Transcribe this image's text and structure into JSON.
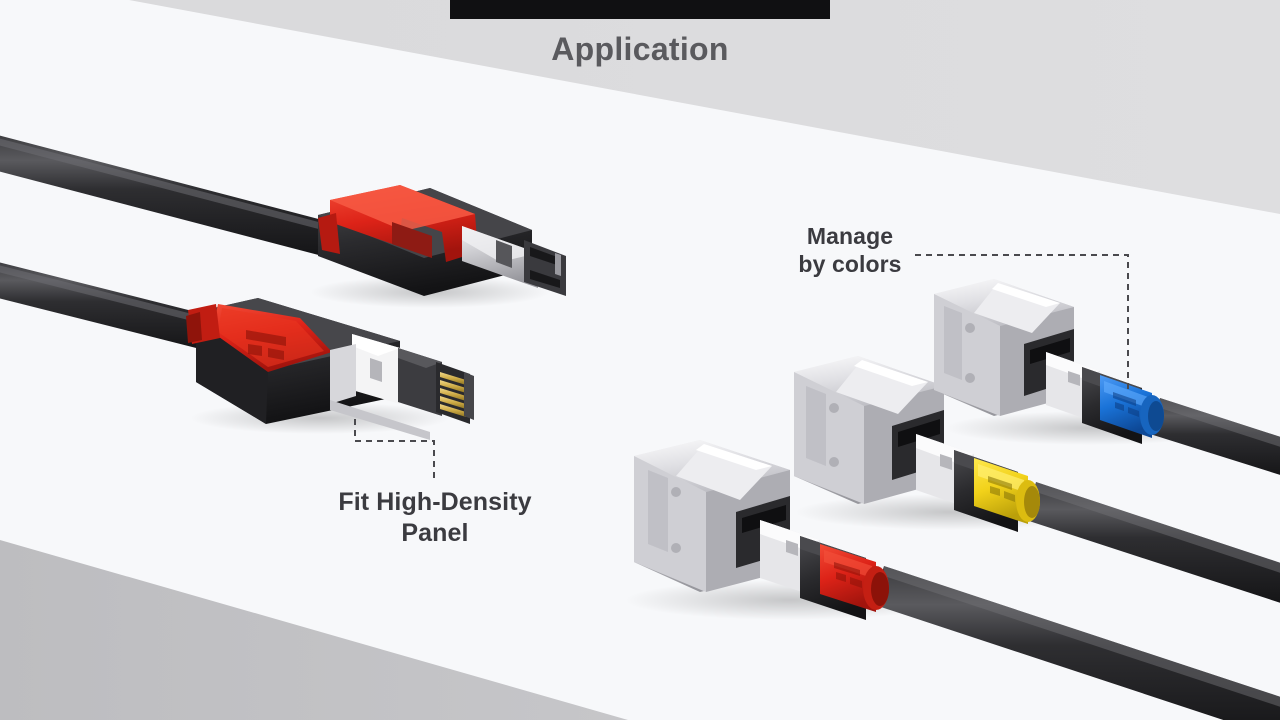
{
  "slide": {
    "title": "Application",
    "background": {
      "base_color": "#f7f8fa",
      "top_band_color": "#dcdcdd",
      "bottom_band_color": "#bfbfc1",
      "top_bar_color": "#101012"
    }
  },
  "callouts": [
    {
      "id": "fit-high-density-panel",
      "text": "Fit High-Density\nPanel",
      "color": "#3b3b40",
      "leader": "dashed-elbow-up-left"
    },
    {
      "id": "manage-by-colors",
      "text": "Manage\nby colors",
      "color": "#3b3b40",
      "leader": "dashed-elbow-right-down"
    }
  ],
  "products": {
    "plugs": [
      {
        "id": "plug-top-red",
        "boot_color": "#e02b1f",
        "body_color": "#2a2a2c",
        "shield_color": "#d8d8da",
        "cable_color": "#262628",
        "state": "unmated"
      },
      {
        "id": "plug-lower-red",
        "boot_color": "#e02b1f",
        "body_color": "#2a2a2c",
        "shield_color": "#efefef",
        "contact_color": "#d4af37",
        "cable_color": "#262628",
        "state": "unmated"
      }
    ],
    "keystone_jacks": [
      {
        "id": "jack-red",
        "housing_color": "#c9c9cc",
        "mated_plug_boot_color": "#e02b1f"
      },
      {
        "id": "jack-yellow",
        "housing_color": "#c9c9cc",
        "mated_plug_boot_color": "#f2d21a"
      },
      {
        "id": "jack-blue",
        "housing_color": "#c9c9cc",
        "mated_plug_boot_color": "#1a73d8"
      }
    ]
  },
  "colors": {
    "red": "#e02b1f",
    "yellow": "#f2d21a",
    "blue": "#1a73d8",
    "cable_black": "#262628",
    "metal_light": "#e3e3e6",
    "metal_mid": "#b9b9bd",
    "metal_dark": "#8d8d92",
    "text_dark": "#3b3b40",
    "text_title": "#5a5a5e"
  }
}
